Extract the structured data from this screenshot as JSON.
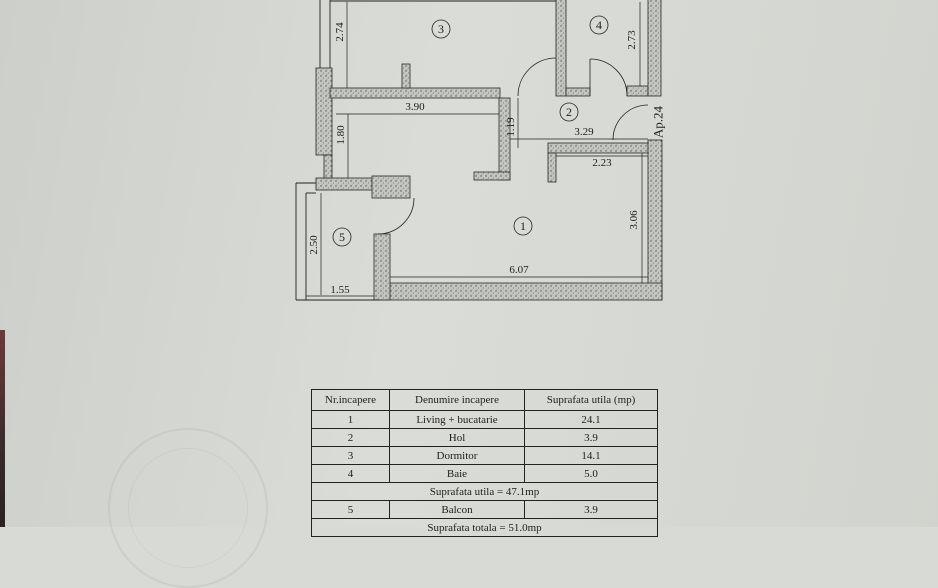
{
  "floor_plan": {
    "apartment_label": "Ap.24",
    "room_markers": [
      "1",
      "2",
      "3",
      "4",
      "5"
    ],
    "dimensions": {
      "room3_height": "2.74",
      "living_upper_width": "3.90",
      "living_upper_depth": "1.80",
      "hall_depth": "1.19",
      "hall_width": "3.29",
      "bath_height": "2.73",
      "living_right_width": "2.23",
      "living_height": "3.06",
      "living_length": "6.07",
      "balcony_height": "2.50",
      "balcony_width": "1.55"
    }
  },
  "area_table": {
    "headers": [
      "Nr.incapere",
      "Denumire incapere",
      "Suprafata utila (mp)"
    ],
    "rows": [
      [
        "1",
        "Living + bucatarie",
        "24.1"
      ],
      [
        "2",
        "Hol",
        "3.9"
      ],
      [
        "3",
        "Dormitor",
        "14.1"
      ],
      [
        "4",
        "Baie",
        "5.0"
      ]
    ],
    "useful_area_summary": "Suprafata utila = 47.1mp",
    "balcony_row": [
      "5",
      "Balcon",
      "3.9"
    ],
    "total_area_summary": "Suprafata totala = 51.0mp"
  },
  "colors": {
    "paper": "#d8dad5",
    "ink": "#1e1e1e",
    "wall_hatch": "#c4c6c1"
  }
}
